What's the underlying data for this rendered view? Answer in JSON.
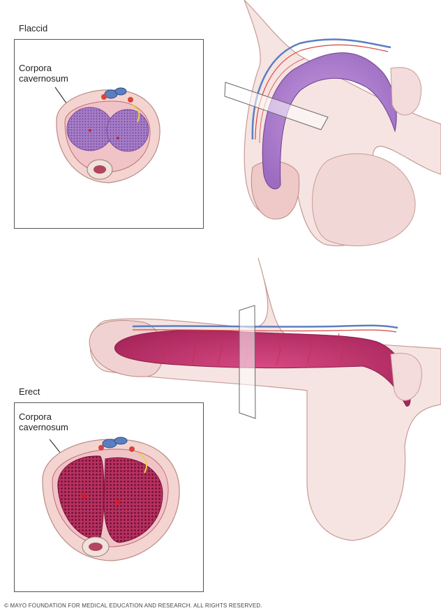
{
  "flaccid": {
    "title": "Flaccid",
    "callout_line1": "Corpora",
    "callout_line2": "cavernosum"
  },
  "erect": {
    "title": "Erect",
    "callout_line1": "Corpora",
    "callout_line2": "cavernosum"
  },
  "copyright": "© MAYO FOUNDATION FOR MEDICAL EDUCATION AND RESEARCH. ALL RIGHTS RESERVED.",
  "colors": {
    "skin": "#f6e4e2",
    "skin_outline": "#b98a82",
    "flaccid_tissue": "#b78ad0",
    "erect_tissue": "#c2336e",
    "vein": "#5a7fc0",
    "artery": "#d9443b",
    "nerve": "#e8d24a"
  }
}
